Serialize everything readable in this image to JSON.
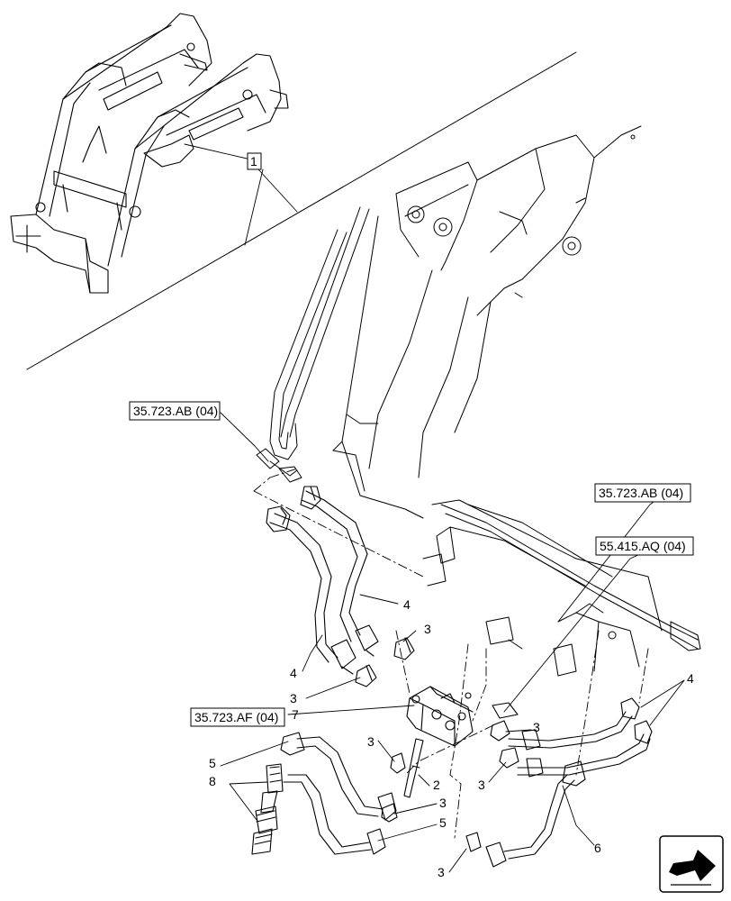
{
  "refs": {
    "r1": "35.723.AB (04)",
    "r2": "35.723.AB (04)",
    "r3": "55.415.AQ (04)",
    "r4": "35.723.AF (04)"
  },
  "inset_callout": "1",
  "callouts": {
    "c4a": "4",
    "c4b": "4",
    "c4c": "4",
    "c3a": "3",
    "c3b": "3",
    "c3c": "3",
    "c3d": "3",
    "c3e": "3",
    "c3f": "3",
    "c3g": "3",
    "c7": "7",
    "c5a": "5",
    "c5b": "5",
    "c8": "8",
    "c2": "2",
    "c6": "6"
  },
  "icon": "navigation-arrow-icon"
}
